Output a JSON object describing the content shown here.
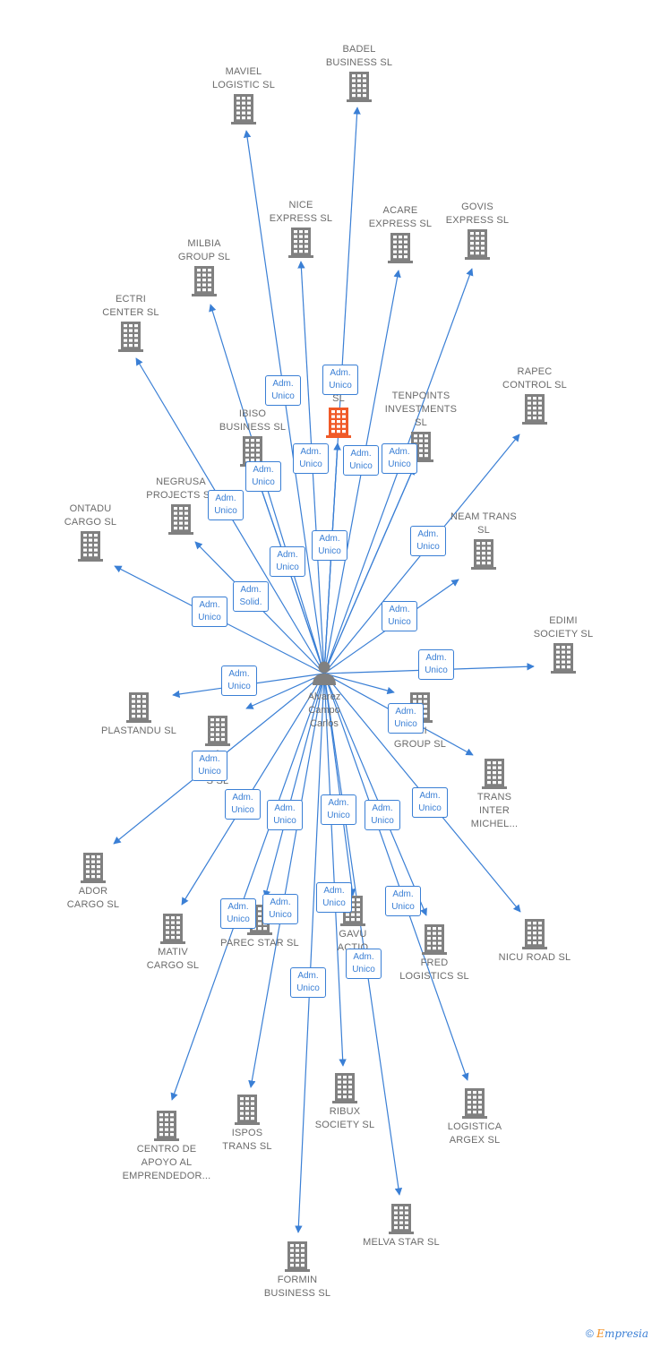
{
  "colors": {
    "edge": "#3a7fd5",
    "building": "#808080",
    "highlight": "#f05a28",
    "label": "#6b6b6b"
  },
  "person": {
    "lines": [
      "Alvarez",
      "Campo",
      "Carlos"
    ],
    "icon": "person-icon"
  },
  "companies": [
    {
      "id": "badel",
      "lines": [
        "BADEL",
        "BUSINESS  SL"
      ],
      "highlight": false
    },
    {
      "id": "maviel",
      "lines": [
        "MAVIEL",
        "LOGISTIC  SL"
      ],
      "highlight": false
    },
    {
      "id": "nice",
      "lines": [
        "NICE",
        "EXPRESS  SL"
      ],
      "highlight": false
    },
    {
      "id": "acare",
      "lines": [
        "ACARE",
        "EXPRESS  SL"
      ],
      "highlight": false
    },
    {
      "id": "govis",
      "lines": [
        "GOVIS",
        "EXPRESS  SL"
      ],
      "highlight": false
    },
    {
      "id": "milbia",
      "lines": [
        "MILBIA",
        "GROUP  SL"
      ],
      "highlight": false
    },
    {
      "id": "ectri",
      "lines": [
        "ECTRI",
        "CENTER  SL"
      ],
      "highlight": false
    },
    {
      "id": "ptra",
      "lines": [
        "P",
        "TRA",
        "SL"
      ],
      "highlight": true
    },
    {
      "id": "tenpoints",
      "lines": [
        "TENPOINTS",
        "INVESTMENTS",
        "SL"
      ],
      "highlight": false
    },
    {
      "id": "rapec",
      "lines": [
        "RAPEC",
        "CONTROL  SL"
      ],
      "highlight": false
    },
    {
      "id": "ibiso",
      "lines": [
        "IBISO",
        "BUSINESS  SL"
      ],
      "highlight": false
    },
    {
      "id": "negrusa",
      "lines": [
        "NEGRUSA",
        "PROJECTS  SL"
      ],
      "highlight": false
    },
    {
      "id": "ontadu",
      "lines": [
        "ONTADU",
        "CARGO  SL"
      ],
      "highlight": false
    },
    {
      "id": "neam",
      "lines": [
        "NEAM TRANS",
        "SL"
      ],
      "highlight": false
    },
    {
      "id": "edimi",
      "lines": [
        "EDIMI",
        "SOCIETY  SL"
      ],
      "highlight": false
    },
    {
      "id": "plastandu",
      "lines": [
        "PLASTANDU  SL"
      ],
      "highlight": false
    },
    {
      "id": "a_eb",
      "lines": [
        "A",
        "E",
        "S  SL"
      ],
      "highlight": false
    },
    {
      "id": "rimi",
      "lines": [
        "IMI",
        "GROUP  SL"
      ],
      "highlight": false
    },
    {
      "id": "trans_inter",
      "lines": [
        "TRANS",
        "INTER",
        "MICHEL..."
      ],
      "highlight": false
    },
    {
      "id": "ador",
      "lines": [
        "ADOR",
        "CARGO  SL"
      ],
      "highlight": false
    },
    {
      "id": "mativ",
      "lines": [
        "MATIV",
        "CARGO  SL"
      ],
      "highlight": false
    },
    {
      "id": "parec",
      "lines": [
        "PAREC STAR  SL"
      ],
      "highlight": false
    },
    {
      "id": "gavu",
      "lines": [
        "GAVU",
        "ACTIO"
      ],
      "highlight": false
    },
    {
      "id": "fred",
      "lines": [
        "FRED",
        "LOGISTICS  SL"
      ],
      "highlight": false
    },
    {
      "id": "nicu",
      "lines": [
        "NICU ROAD  SL"
      ],
      "highlight": false
    },
    {
      "id": "centro",
      "lines": [
        "CENTRO DE",
        "APOYO AL",
        "EMPRENDEDOR..."
      ],
      "highlight": false
    },
    {
      "id": "ispos",
      "lines": [
        "ISPOS",
        "TRANS  SL"
      ],
      "highlight": false
    },
    {
      "id": "ribux",
      "lines": [
        "RIBUX",
        "SOCIETY  SL"
      ],
      "highlight": false
    },
    {
      "id": "logistica",
      "lines": [
        "LOGISTICA",
        "ARGEX  SL"
      ],
      "highlight": false
    },
    {
      "id": "melva",
      "lines": [
        "MELVA STAR  SL"
      ],
      "highlight": false
    },
    {
      "id": "formin",
      "lines": [
        "FORMIN",
        "BUSINESS  SL"
      ],
      "highlight": false
    }
  ],
  "edges": [
    {
      "to": "badel",
      "role": [
        "Adm.",
        "Unico"
      ]
    },
    {
      "to": "maviel",
      "role": [
        "Adm.",
        "Unico"
      ]
    },
    {
      "to": "nice",
      "role": [
        "Adm.",
        "Unico"
      ]
    },
    {
      "to": "acare",
      "role": [
        "Adm.",
        "Unico"
      ]
    },
    {
      "to": "govis",
      "role": [
        "Adm.",
        "Unico"
      ]
    },
    {
      "to": "milbia",
      "role": [
        "Adm.",
        "Unico"
      ]
    },
    {
      "to": "ectri",
      "role": [
        "Adm.",
        "Unico"
      ]
    },
    {
      "to": "ptra",
      "role": [
        "Adm.",
        "Unico"
      ]
    },
    {
      "to": "tenpoints",
      "role": [
        "Adm.",
        "Unico"
      ]
    },
    {
      "to": "rapec",
      "role": [
        "Adm.",
        "Unico"
      ]
    },
    {
      "to": "ibiso",
      "role": [
        "Adm.",
        "Unico"
      ]
    },
    {
      "to": "negrusa",
      "role": [
        "Adm.",
        "Solid."
      ]
    },
    {
      "to": "ontadu",
      "role": [
        "Adm.",
        "Unico"
      ]
    },
    {
      "to": "neam",
      "role": [
        "Adm.",
        "Unico"
      ]
    },
    {
      "to": "edimi",
      "role": [
        "Adm.",
        "Unico"
      ]
    },
    {
      "to": "plastandu",
      "role": [
        "Adm.",
        "Unico"
      ]
    },
    {
      "to": "a_eb",
      "role": [
        "Adm.",
        "Unico"
      ]
    },
    {
      "to": "rimi",
      "role": [
        "Adm.",
        "Unico"
      ]
    },
    {
      "to": "trans_inter",
      "role": [
        "Adm.",
        "Unico"
      ]
    },
    {
      "to": "ador",
      "role": [
        "Adm.",
        "Unico"
      ]
    },
    {
      "to": "mativ",
      "role": [
        "Adm.",
        "Unico"
      ]
    },
    {
      "to": "parec",
      "role": [
        "Adm.",
        "Unico"
      ]
    },
    {
      "to": "gavu",
      "role": [
        "Adm.",
        "Unico"
      ]
    },
    {
      "to": "fred",
      "role": [
        "Adm.",
        "Unico"
      ]
    },
    {
      "to": "nicu",
      "role": [
        "Adm.",
        "Unico"
      ]
    },
    {
      "to": "centro",
      "role": [
        "Adm.",
        "Unico"
      ]
    },
    {
      "to": "ispos",
      "role": [
        "Adm.",
        "Unico"
      ]
    },
    {
      "to": "ribux",
      "role": [
        "Adm.",
        "Unico"
      ]
    },
    {
      "to": "logistica",
      "role": [
        "Adm.",
        "Unico"
      ]
    },
    {
      "to": "melva",
      "role": [
        "Adm.",
        "Unico"
      ]
    },
    {
      "to": "formin",
      "role": [
        "Adm.",
        "Unico"
      ]
    },
    {
      "to": "ptra",
      "role": [
        "Adm.",
        "Unico"
      ]
    },
    {
      "to": "ibiso",
      "role": [
        "Adm.",
        "Unico"
      ]
    },
    {
      "to": "tenpoints",
      "role": [
        "Adm.",
        "Unico"
      ]
    }
  ],
  "footer": {
    "copyright": "©",
    "brand_initial": "E",
    "brand_rest": "mpresia"
  }
}
